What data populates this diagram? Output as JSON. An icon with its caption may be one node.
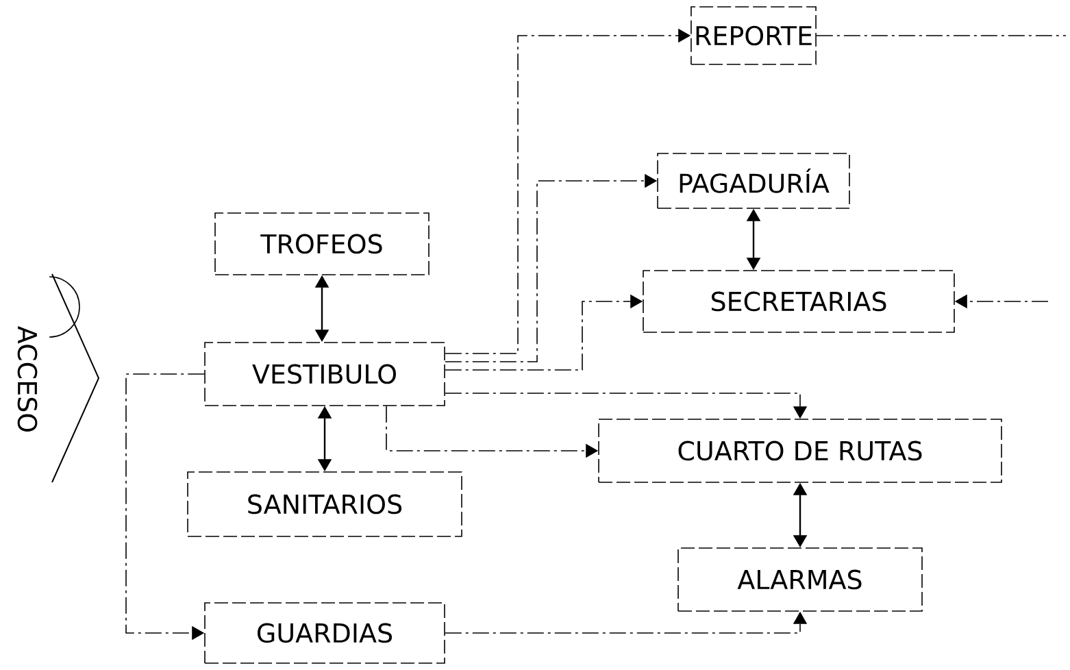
{
  "diagram": {
    "nodes": [
      {
        "text": [
          "ACCESO"
        ]
      },
      {
        "text": [
          "REPORTE"
        ]
      },
      {
        "text": [
          "TROFEOS"
        ]
      },
      {
        "text": [
          "PAGADURÍA"
        ]
      },
      {
        "text": [
          "SECRETARIAS"
        ]
      },
      {
        "text": [
          "VESTIBULO"
        ]
      },
      {
        "text": [
          "CUARTO DE RUTAS"
        ]
      },
      {
        "text": [
          "SANITARIOS"
        ]
      },
      {
        "text": [
          "ALARMAS"
        ]
      },
      {
        "text": [
          "GUARDIAS"
        ]
      }
    ],
    "edges": [
      {
        "from": 5,
        "to": 1,
        "arrow": "to",
        "style": "dashed"
      },
      {
        "from": 5,
        "to": 3,
        "arrow": "to",
        "style": "dashed"
      },
      {
        "from": 5,
        "to": 4,
        "arrow": "to",
        "style": "dashed"
      },
      {
        "from": 5,
        "to": 6,
        "arrow": "to",
        "style": "dashed"
      },
      {
        "from": 5,
        "to": 6,
        "arrow": "to",
        "style": "dashed"
      },
      {
        "from": 2,
        "to": 5,
        "arrow": "both"
      },
      {
        "from": 5,
        "to": 7,
        "arrow": "both"
      },
      {
        "from": 3,
        "to": 4,
        "arrow": "both"
      },
      {
        "from": 6,
        "to": 8,
        "arrow": "both"
      },
      {
        "from": 5,
        "to": 9,
        "arrow": "to",
        "style": "dashed"
      },
      {
        "from": 9,
        "to": 8,
        "arrow": "to",
        "style": "dashed"
      },
      {
        "from": null,
        "to": 4,
        "arrow": "to",
        "style": "dashed"
      },
      {
        "from": 1,
        "to": null,
        "arrow": "none",
        "style": "dashed"
      }
    ]
  }
}
